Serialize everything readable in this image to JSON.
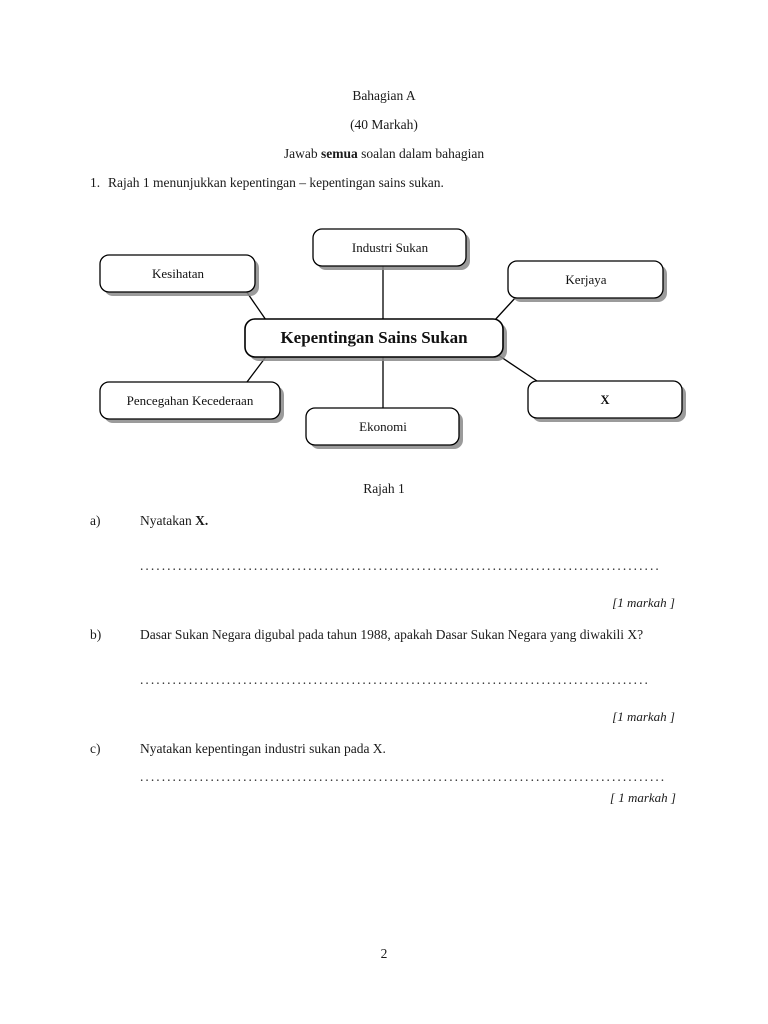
{
  "header": {
    "section_title": "Bahagian A",
    "marks_total": "(40 Markah)",
    "instruction_prefix": "Jawab ",
    "instruction_bold": "semua",
    "instruction_suffix": " soalan dalam bahagian"
  },
  "question_stem": {
    "number": "1.",
    "text": "Rajah 1 menunjukkan kepentingan – kepentingan sains sukan."
  },
  "diagram": {
    "caption": "Rajah 1",
    "center_node": "Kepentingan Sains Sukan",
    "nodes": [
      {
        "id": "industri-sukan",
        "label": "Industri Sukan"
      },
      {
        "id": "kesihatan",
        "label": "Kesihatan"
      },
      {
        "id": "kerjaya",
        "label": "Kerjaya"
      },
      {
        "id": "pencegahan-kecederaan",
        "label": "Pencegahan Kecederaan"
      },
      {
        "id": "ekonomi",
        "label": "Ekonomi"
      },
      {
        "id": "unknown-x",
        "label": "X"
      }
    ],
    "colors": {
      "box_stroke": "#000000",
      "box_fill": "#ffffff",
      "shadow": "#8a8a8a",
      "text": "#111111"
    }
  },
  "questions": [
    {
      "label": "a)",
      "text": "Nyatakan X.",
      "text_plain": "Nyatakan ",
      "text_bold": "X.",
      "marks": "[1 markah ]"
    },
    {
      "label": "b)",
      "text": "Dasar Sukan Negara digubal pada tahun 1988, apakah Dasar Sukan Negara yang diwakili X?",
      "marks": "[1 markah ]"
    },
    {
      "label": "c)",
      "text": "Nyatakan kepentingan industri sukan pada X.",
      "marks": "[ 1 markah ]"
    }
  ],
  "dot_leader": "................................................................................................................................................................",
  "footer": {
    "page_number": "2"
  }
}
